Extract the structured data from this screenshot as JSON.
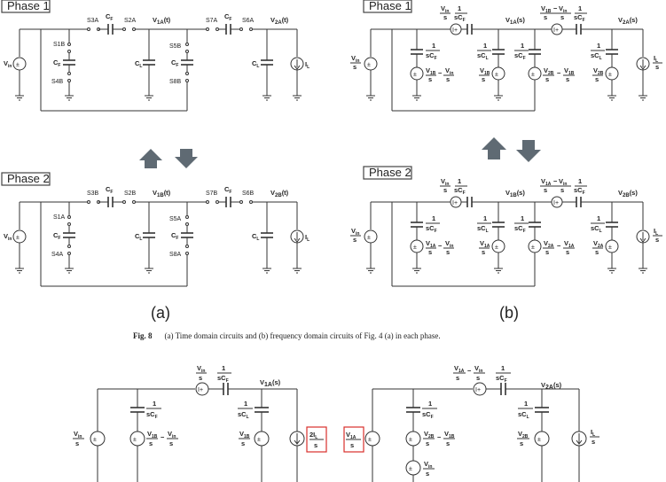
{
  "panel_a": {
    "phase1_label": "Phase 1",
    "phase2_label": "Phase 2",
    "letter": "(a)",
    "ph1": {
      "s3": "S3A",
      "cf_top": "C",
      "cf_top_sub": "F",
      "s2": "S2A",
      "node1": "V",
      "node1_sub": "1A",
      "node1_suf": "(t)",
      "s7": "S7A",
      "cf_top2": "C",
      "cf_top2_sub": "F",
      "s6": "S6A",
      "node2": "V",
      "node2_sub": "2A",
      "node2_suf": "(t)",
      "s1": "S1B",
      "cf_left": "C",
      "cf_left_sub": "F",
      "s4": "S4B",
      "cl1": "C",
      "cl1_sub": "L",
      "s5": "S5B",
      "cf_mid": "C",
      "cf_mid_sub": "F",
      "s8": "S8B",
      "cl2": "C",
      "cl2_sub": "L",
      "vin": "V",
      "vin_sub": "in",
      "il": "I",
      "il_sub": "L"
    },
    "ph2": {
      "s3": "S3B",
      "cf_top": "C",
      "cf_top_sub": "F",
      "s2": "S2B",
      "node1": "V",
      "node1_sub": "1B",
      "node1_suf": "(t)",
      "s7": "S7B",
      "cf_top2": "C",
      "cf_top2_sub": "F",
      "s6": "S6B",
      "node2": "V",
      "node2_sub": "2B",
      "node2_suf": "(t)",
      "s1": "S1A",
      "cf_left": "C",
      "cf_left_sub": "F",
      "s4": "S4A",
      "cl1": "C",
      "cl1_sub": "L",
      "s5": "S5A",
      "cf_mid": "C",
      "cf_mid_sub": "F",
      "s8": "S8A",
      "cl2": "C",
      "cl2_sub": "L",
      "vin": "V",
      "vin_sub": "in",
      "il": "I",
      "il_sub": "L"
    }
  },
  "panel_b": {
    "phase1_label": "Phase 1",
    "phase2_label": "Phase 2",
    "letter": "(b)",
    "ph1": {
      "node1": "V",
      "node1_sub": "1A",
      "node1_suf": "(s)",
      "node2": "V",
      "node2_sub": "2A",
      "node2_suf": "(s)",
      "src_top1_num": "V",
      "src_top1_sub": "in",
      "src_top1_den": "s",
      "src_top2_a": "V",
      "src_top2_a_sub": "1B",
      "src_top2_b": "V",
      "src_top2_b_sub": "in",
      "src_left_a": "V",
      "src_left_a_sub": "1B",
      "src_left_b": "V",
      "src_left_b_sub": "in",
      "src_cl1": "V",
      "src_cl1_sub": "1B",
      "src_mid_a": "V",
      "src_mid_a_sub": "2B",
      "src_mid_b": "V",
      "src_mid_b_sub": "1B",
      "src_cl2": "V",
      "src_cl2_sub": "2B"
    },
    "ph2": {
      "node1": "V",
      "node1_sub": "1B",
      "node1_suf": "(s)",
      "node2": "V",
      "node2_sub": "2B",
      "node2_suf": "(s)",
      "src_top1_num": "V",
      "src_top1_sub": "in",
      "src_top1_den": "s",
      "src_top2_a": "V",
      "src_top2_a_sub": "1A",
      "src_top2_b": "V",
      "src_top2_b_sub": "in",
      "src_left_a": "V",
      "src_left_a_sub": "1A",
      "src_left_b": "V",
      "src_left_b_sub": "in",
      "src_cl1": "V",
      "src_cl1_sub": "1A",
      "src_mid_a": "V",
      "src_mid_a_sub": "2A",
      "src_mid_b": "V",
      "src_mid_b_sub": "1A",
      "src_cl2": "V",
      "src_cl2_sub": "2A"
    },
    "one": "1",
    "s": "s",
    "sCF": "sC",
    "sCF_sub": "F",
    "sCL": "sC",
    "sCL_sub": "L",
    "vin": "V",
    "vin_sub": "in",
    "il": "I",
    "il_sub": "L",
    "minus": "−",
    "pm": "±"
  },
  "caption": {
    "label": "Fig. 8",
    "text": "(a) Time domain circuits and (b) frequency domain circuits of Fig. 4 (a) in each phase."
  },
  "bottom": {
    "left": {
      "node": "V",
      "node_sub": "1A",
      "node_suf": "(s)",
      "vin": "V",
      "vin_sub": "in",
      "den": "s",
      "src_a": "V",
      "src_a_sub": "1B",
      "src_b": "V",
      "src_b_sub": "in",
      "src_cl": "V",
      "src_cl_sub": "1B",
      "box": "2I",
      "box_sub": "L"
    },
    "right": {
      "node": "V",
      "node_sub": "2A",
      "node_suf": "(s)",
      "box": "V",
      "box_sub": "1A",
      "top_a": "V",
      "top_a_sub": "1A",
      "top_b": "V",
      "top_b_sub": "in",
      "src_a": "V",
      "src_a_sub": "2B",
      "src_b": "V",
      "src_b_sub": "1B",
      "src_extra": "V",
      "src_extra_sub": "in",
      "src_cl": "V",
      "src_cl_sub": "2B",
      "il": "I",
      "il_sub": "L"
    }
  }
}
